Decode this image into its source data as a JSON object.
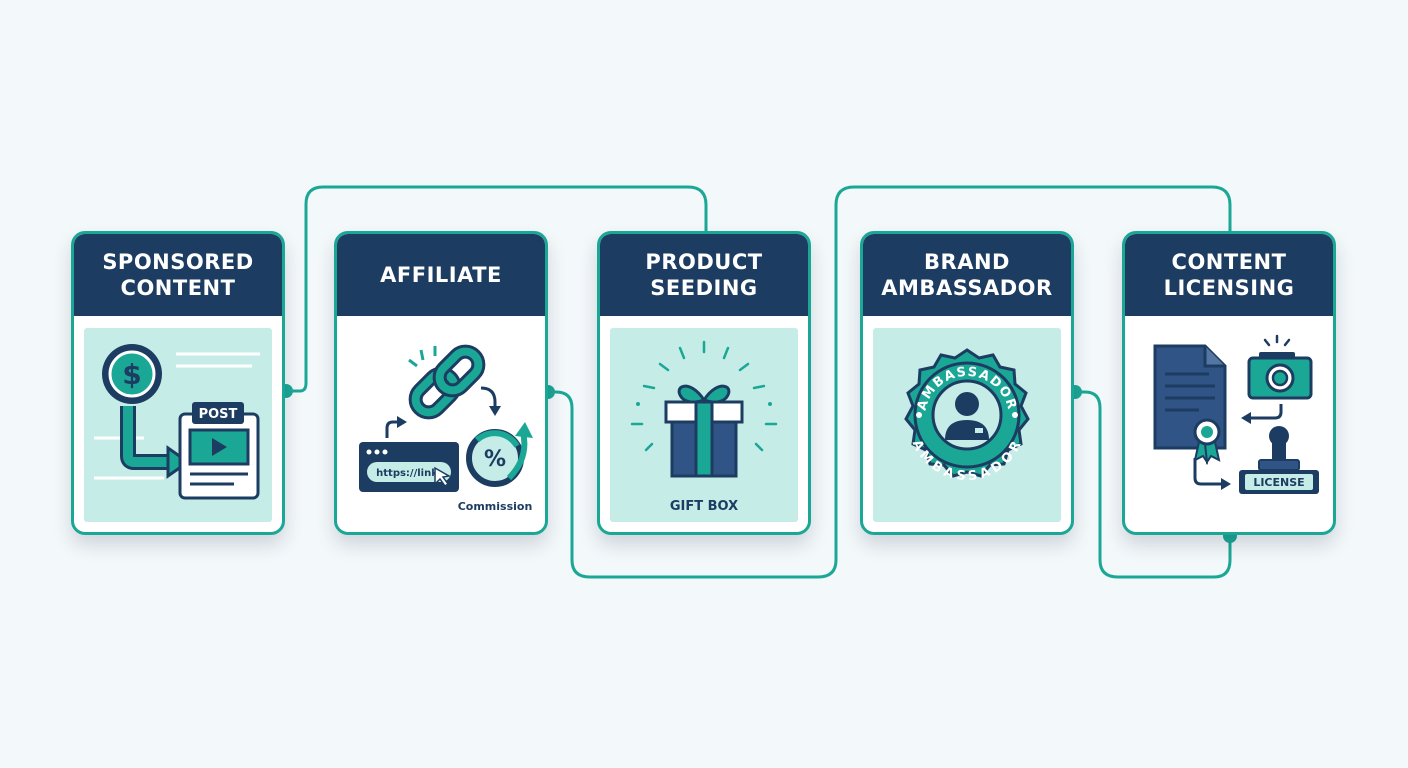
{
  "colors": {
    "navy": "#1c3c61",
    "teal": "#1ba796",
    "light_teal": "#c5ece6",
    "background": "#f3f8fa",
    "white": "#ffffff"
  },
  "cards": [
    {
      "title": "SPONSORED\nCONTENT",
      "icon": "dollar-to-post-icon",
      "labels": {
        "post": "POST"
      }
    },
    {
      "title": "AFFILIATE",
      "icon": "link-commission-icon",
      "labels": {
        "url": "https://link",
        "commission": "Commission"
      }
    },
    {
      "title": "PRODUCT\nSEEDING",
      "icon": "gift-box-icon",
      "labels": {
        "caption": "GIFT BOX"
      }
    },
    {
      "title": "BRAND\nAMBASSADOR",
      "icon": "ambassador-badge-icon",
      "labels": {
        "badge_top": "AMBASSADOR",
        "badge_bottom": "AMBASSADOR"
      }
    },
    {
      "title": "CONTENT\nLICENSING",
      "icon": "license-stamp-icon",
      "labels": {
        "stamp": "LICENSE"
      }
    }
  ]
}
